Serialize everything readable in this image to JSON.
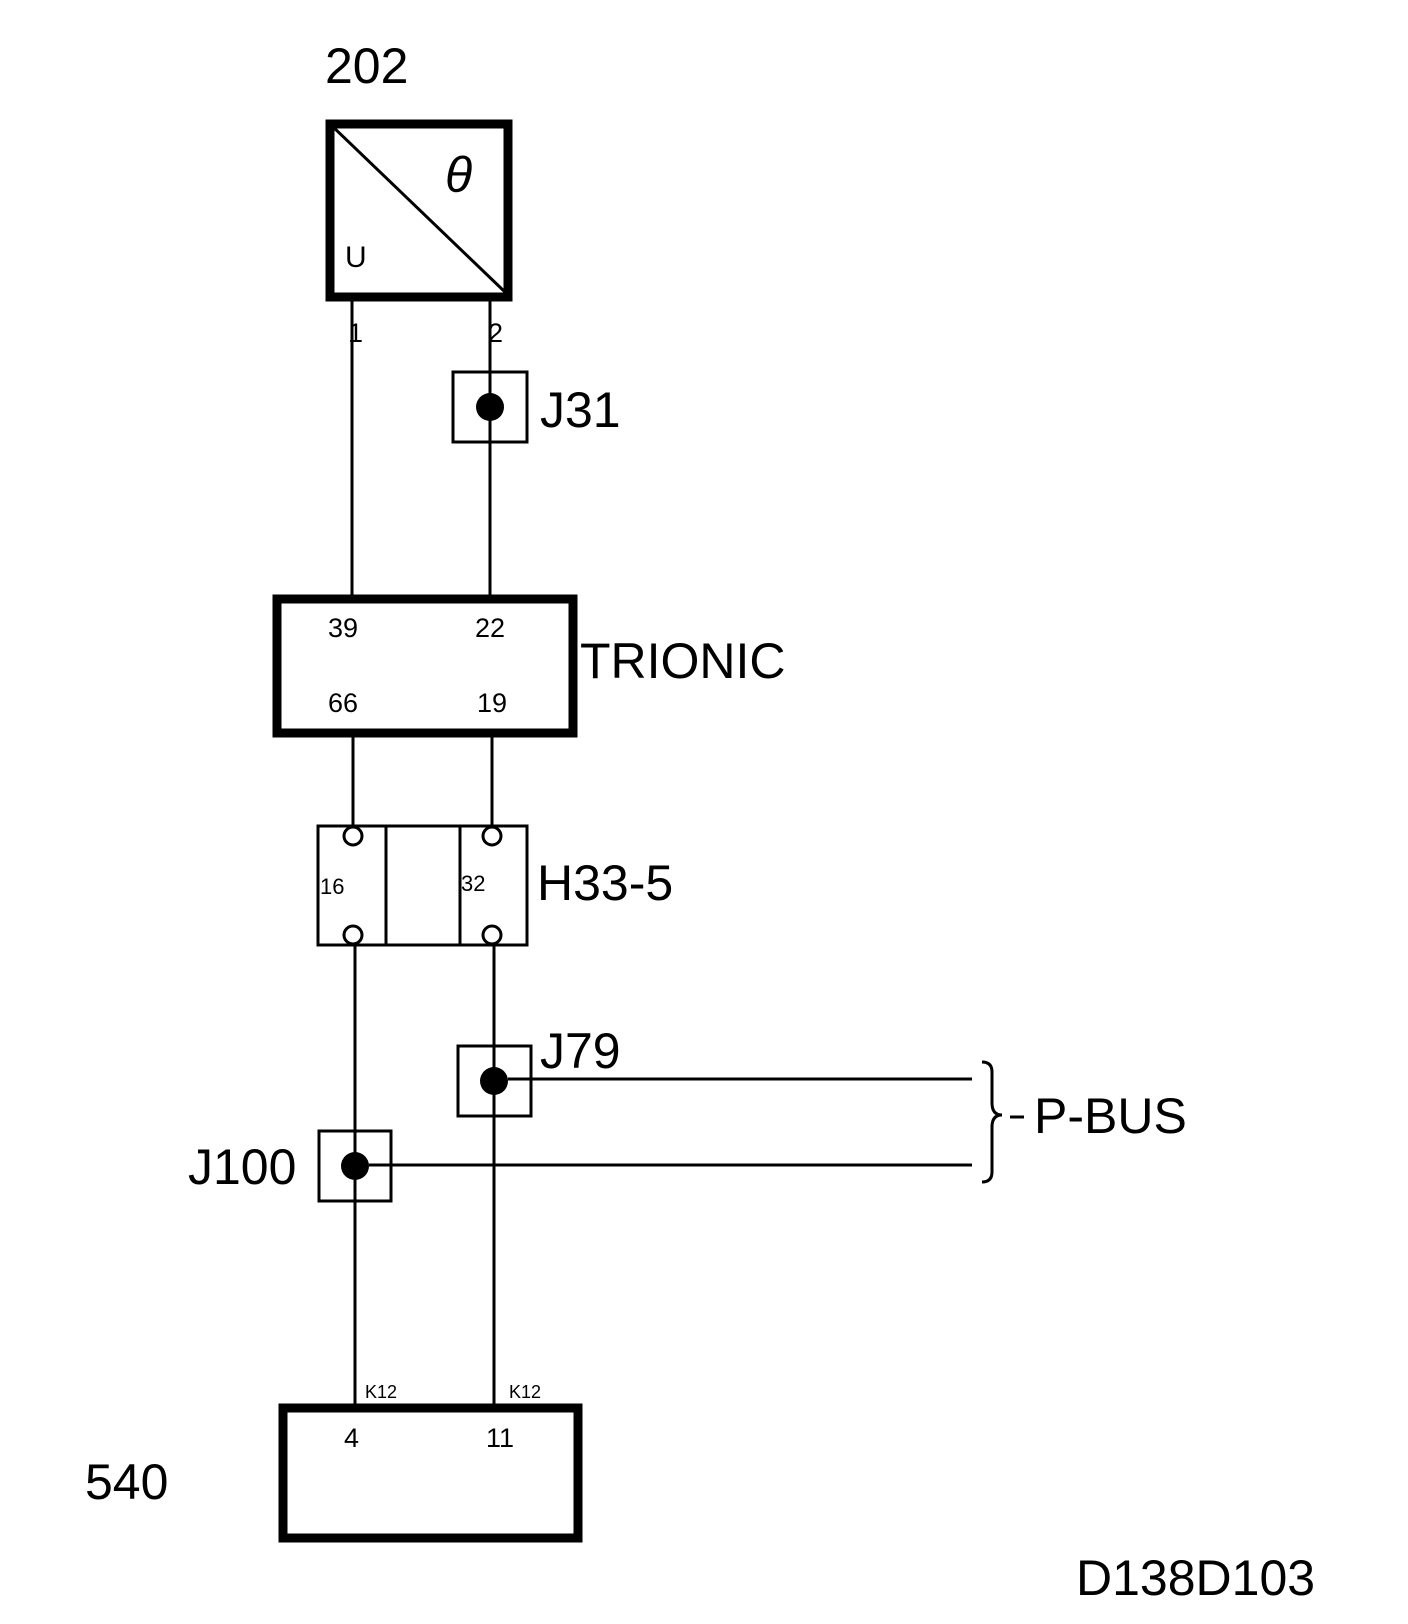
{
  "sensor": {
    "ref": "202",
    "symbol_top": "θ",
    "symbol_bottom": "U",
    "pin1": "1",
    "pin2": "2"
  },
  "junctions": {
    "j31": "J31",
    "j79": "J79",
    "j100": "J100"
  },
  "ecu": {
    "label": "TRIONIC",
    "pin_tl": "39",
    "pin_tr": "22",
    "pin_bl": "66",
    "pin_br": "19"
  },
  "connector": {
    "label": "H33-5",
    "pin_left": "16",
    "pin_right": "32"
  },
  "bus": {
    "label": "P-BUS"
  },
  "module": {
    "ref": "540",
    "pin_left": "4",
    "pin_right": "11",
    "conn_left": "K12",
    "conn_right": "K12"
  },
  "drawing_id": "D138D103"
}
